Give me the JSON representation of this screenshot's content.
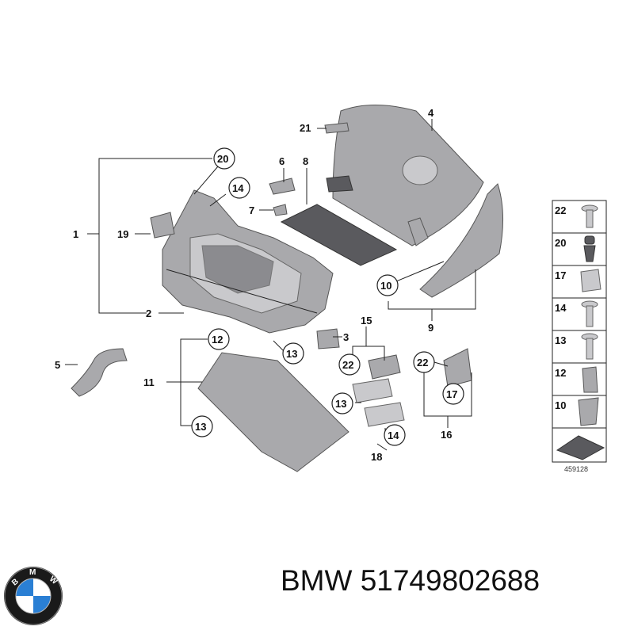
{
  "diagram": {
    "labels": {
      "p1": "1",
      "p2": "2",
      "p3": "3",
      "p4": "4",
      "p5": "5",
      "p6": "6",
      "p7": "7",
      "p8": "8",
      "p9": "9",
      "p10": "10",
      "p11": "11",
      "p12": "12",
      "p13a": "13",
      "p13b": "13",
      "p13c": "13",
      "p14a": "14",
      "p14b": "14",
      "p15": "15",
      "p16": "16",
      "p17": "17",
      "p18": "18",
      "p19": "19",
      "p20": "20",
      "p21": "21",
      "p22a": "22",
      "p22b": "22"
    },
    "legend": [
      "22",
      "20",
      "17",
      "14",
      "13",
      "12",
      "10"
    ],
    "reference_number": "459128"
  },
  "brand": {
    "logo": "BMW",
    "logo_icon": "bmw-roundel-icon"
  },
  "caption": "BMW 51749802688"
}
